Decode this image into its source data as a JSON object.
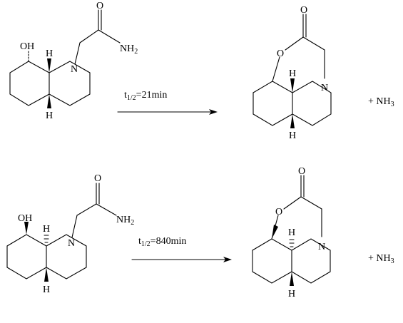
{
  "reactions": [
    {
      "reactant": {
        "hydroxyl": "OH",
        "amide_n": "NH",
        "amide_n_sub": "2",
        "amide_o": "O",
        "ring_n": "N",
        "h_top": "H",
        "h_bottom": "H"
      },
      "half_life": {
        "t": "t",
        "sub": "1/2",
        "value": "=21min"
      },
      "product": {
        "ring_o": "O",
        "carbonyl_o": "O",
        "ring_n": "N",
        "h_top": "H",
        "h_bottom": "H"
      },
      "byproduct": {
        "text": "+ NH",
        "sub": "3"
      }
    },
    {
      "reactant": {
        "hydroxyl": "OH",
        "amide_n": "NH",
        "amide_n_sub": "2",
        "amide_o": "O",
        "ring_n": "N",
        "h_top": "H",
        "h_bottom": "H"
      },
      "half_life": {
        "t": "t",
        "sub": "1/2",
        "value": "=840min"
      },
      "product": {
        "ring_o": "O",
        "carbonyl_o": "O",
        "ring_n": "N",
        "h_top": "H",
        "h_bottom": "H"
      },
      "byproduct": {
        "text": "+ NH",
        "sub": "3"
      }
    }
  ],
  "colors": {
    "ink": "#000000",
    "background": "#ffffff"
  }
}
